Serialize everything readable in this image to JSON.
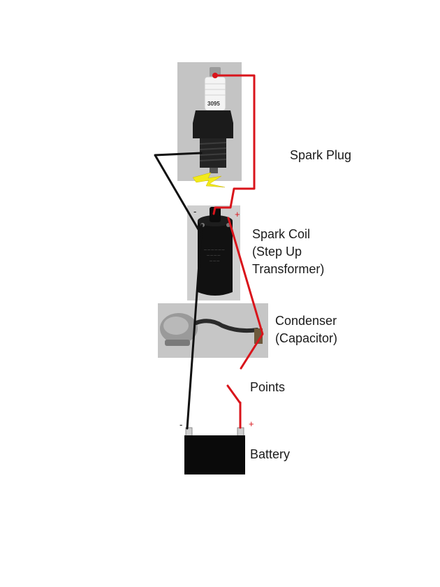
{
  "labels": {
    "spark_plug": "Spark Plug",
    "spark_coil": [
      "Spark Coil",
      "(Step Up",
      "Transformer)"
    ],
    "condenser": [
      "Condenser",
      "(Capacitor)"
    ],
    "points": "Points",
    "battery": "Battery"
  },
  "terminals": {
    "coil_negative": "-",
    "coil_positive": "+",
    "battery_negative": "-",
    "battery_positive": "+"
  },
  "plug_marking": "3095",
  "colors": {
    "positive_wire": "#d9141b",
    "negative_wire": "#111111",
    "spark": "#f2ea1a",
    "battery_body": "#0a0a0a",
    "photo_background": "#c4c4c4"
  }
}
